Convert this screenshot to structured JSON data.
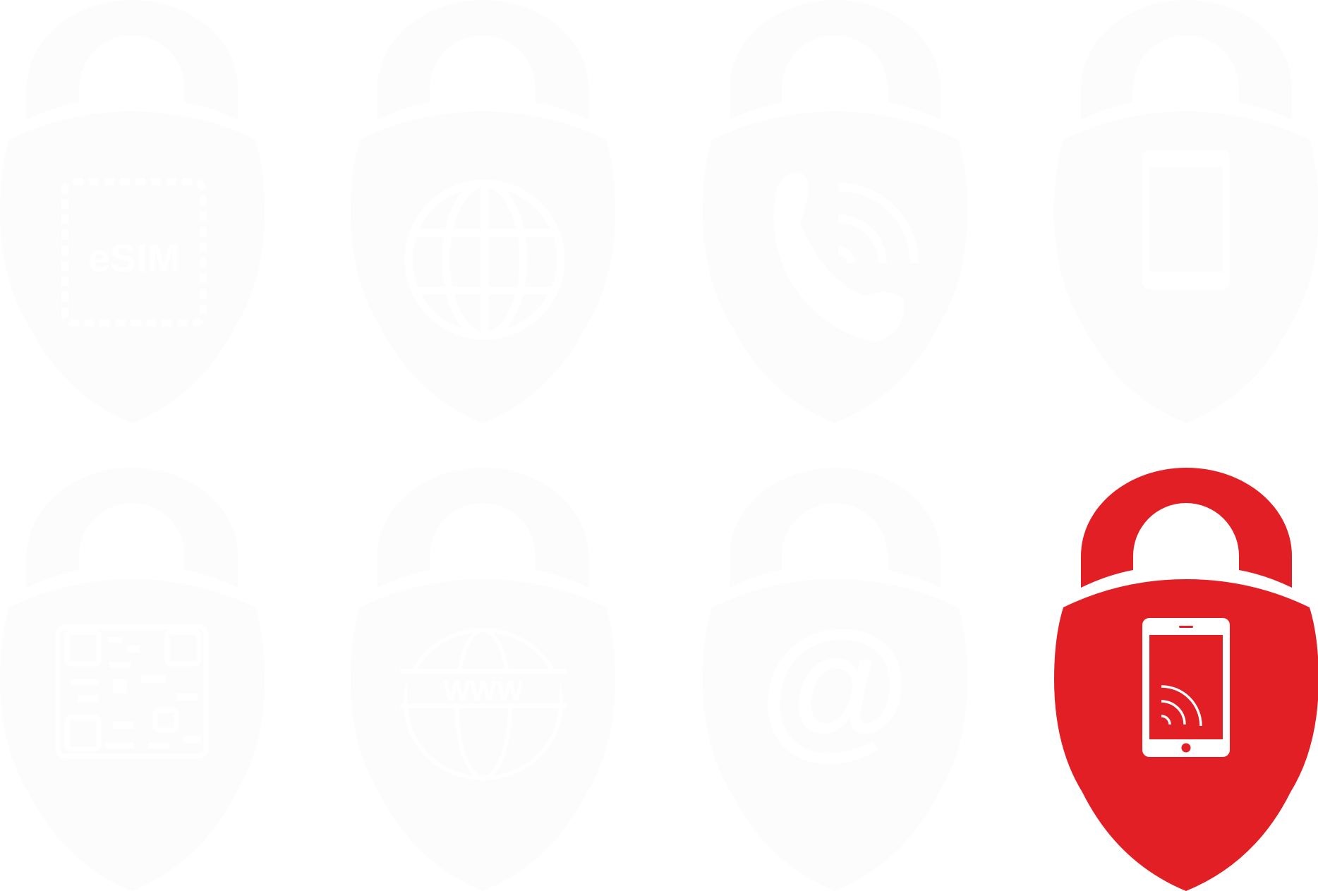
{
  "colors": {
    "background": "#ffffff",
    "faint": "#fcfcfc",
    "accent": "#e31f26",
    "glyph": "#ffffff"
  },
  "icons": [
    {
      "name": "esim-lock-icon",
      "glyph": "eSIM",
      "state": "faint",
      "row": 0,
      "col": 0
    },
    {
      "name": "globe-lock-icon",
      "glyph": "globe",
      "state": "faint",
      "row": 0,
      "col": 1
    },
    {
      "name": "phone-call-lock-icon",
      "glyph": "phone-handset-waves",
      "state": "faint",
      "row": 0,
      "col": 2
    },
    {
      "name": "smartphone-signal-lock-icon",
      "glyph": "smartphone-waves",
      "state": "faint",
      "row": 0,
      "col": 3
    },
    {
      "name": "qr-code-lock-icon",
      "glyph": "qr-code",
      "state": "faint",
      "row": 1,
      "col": 0
    },
    {
      "name": "www-lock-icon",
      "glyph": "WWW globe",
      "state": "faint",
      "row": 1,
      "col": 1
    },
    {
      "name": "email-at-lock-icon",
      "glyph": "@",
      "state": "faint",
      "row": 1,
      "col": 2
    },
    {
      "name": "smartphone-signal-lock-icon-active",
      "glyph": "smartphone-waves",
      "state": "active",
      "row": 1,
      "col": 3
    }
  ],
  "labels": {
    "esim": "eSIM",
    "www": "WWW",
    "at": "@"
  }
}
